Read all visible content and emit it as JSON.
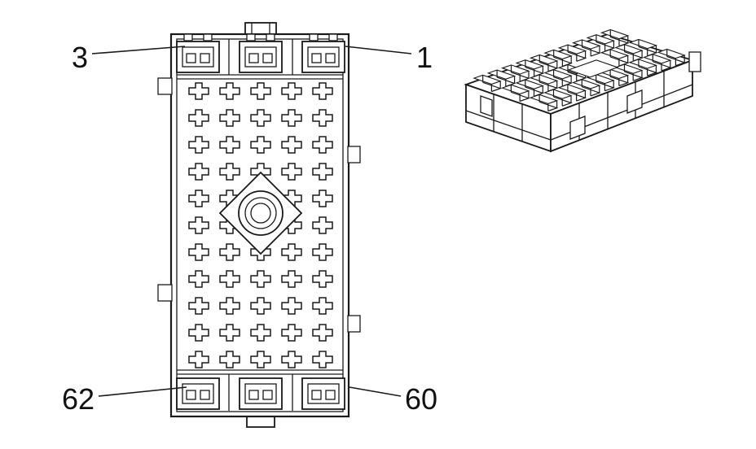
{
  "figure": {
    "callouts": {
      "top_left": "3",
      "top_right": "1",
      "bottom_left": "62",
      "bottom_right": "60"
    }
  }
}
